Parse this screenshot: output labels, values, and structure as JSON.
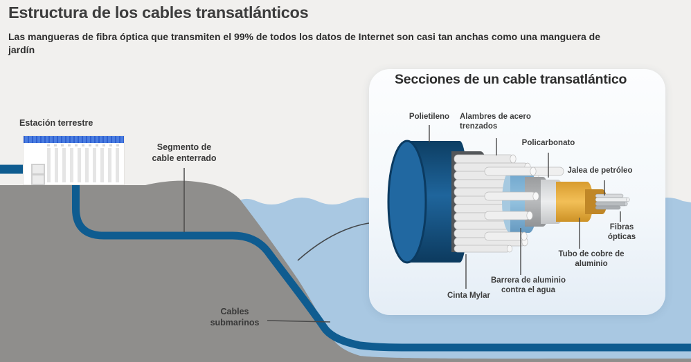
{
  "header": {
    "title": "Estructura de los cables transatlánticos",
    "subtitle": "Las mangueras de fibra óptica que transmiten el 99% de todos los datos de Internet son casi tan anchas como una manguera de\njardín"
  },
  "scene": {
    "station_label": "Estación terrestre",
    "buried_cable_label": "Segmento de\ncable enterrado",
    "submarine_cables_label": "Cables\nsubmarinos"
  },
  "panel": {
    "title": "Secciones de un cable transatlántico",
    "layer_labels": {
      "polyethylene": "Polietileno",
      "steel_wires": "Alambres de acero\ntrenzados",
      "polycarbonate": "Policarbonato",
      "petroleum_jelly": "Jalea de petróleo",
      "optical_fibers": "Fibras\nópticas",
      "copper_tube": "Tubo de cobre de\naluminio",
      "water_barrier": "Barrera de aluminio\ncontra el agua",
      "mylar_tape": "Cinta Mylar"
    }
  },
  "colors": {
    "background": "#f1f0ee",
    "ground": "#8f8e8c",
    "water": "#a9c8e2",
    "cable_blue": "#0f5c90",
    "panel_background": "#f4f8fb",
    "station_roof_blue": "#4a7de0",
    "layer_polyethylene": "#1f659c",
    "layer_mylar": "#54575a",
    "layer_wires": "#e9e9e9",
    "layer_polycarbonate": "#7fb2d5",
    "layer_barrier": "#a5a7a9",
    "layer_copper_tube": "#d9dbdd",
    "layer_jelly": "#e9b148",
    "layer_fiber": "#c6c9cc"
  }
}
